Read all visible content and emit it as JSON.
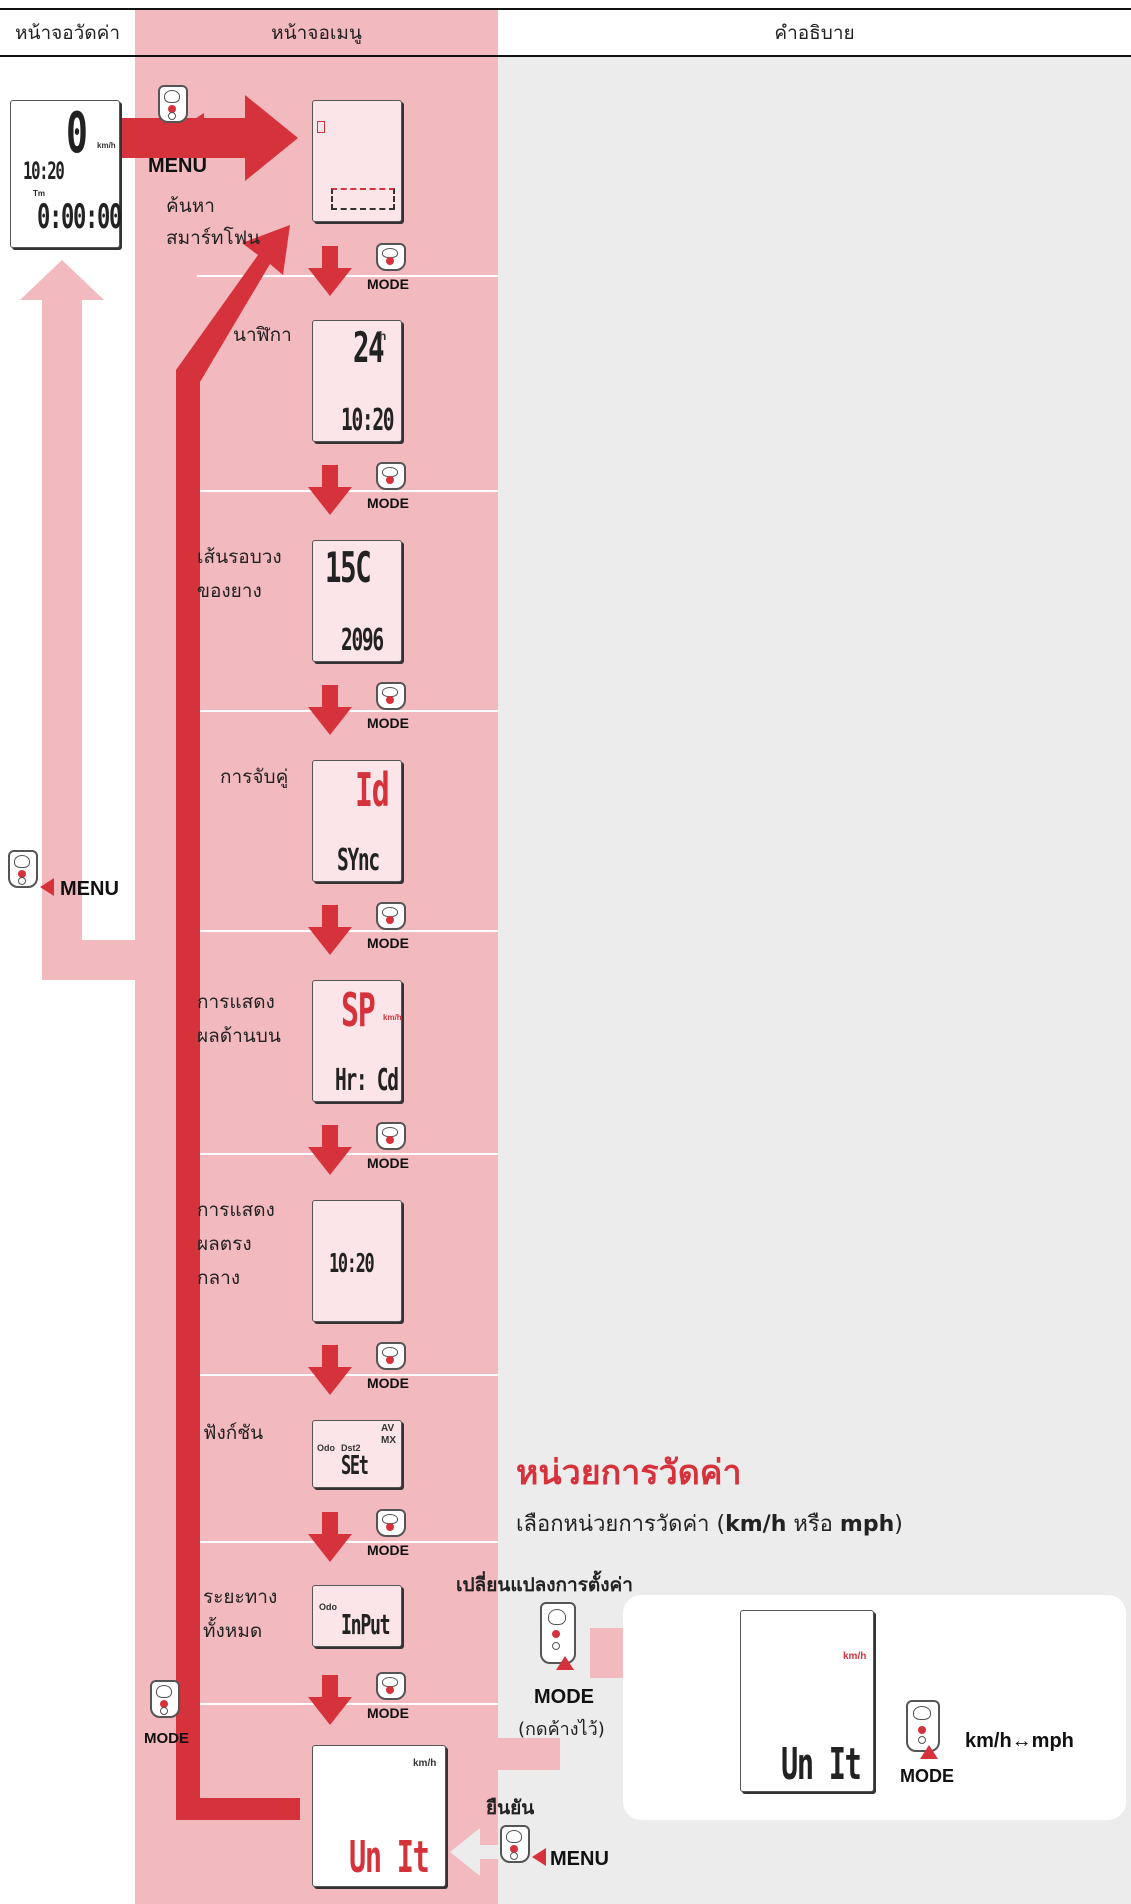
{
  "headers": {
    "measure": "หน้าจอวัดค่า",
    "menu": "หน้าจอเมนู",
    "description": "คำอธิบาย"
  },
  "measure_screen": {
    "speed": "0",
    "speed_unit": "km/h",
    "clock": "10:20",
    "tm_label": "Tm",
    "time": "0:00:00"
  },
  "buttons": {
    "menu": "MENU",
    "mode": "MODE"
  },
  "menu_items": [
    {
      "label": "ค้นหา\nสมาร์ทโฟน"
    },
    {
      "label": "นาฬิกา",
      "top": "24",
      "top_suffix": "h",
      "bottom": "10:20"
    },
    {
      "label": "เส้นรอบวง\nของยาง",
      "top": "15C",
      "bottom": "2096"
    },
    {
      "label": "การจับคู่",
      "top": "Id",
      "bottom": "SYnc"
    },
    {
      "label": "การแสดง\nผลด้านบน",
      "top": "SP",
      "top_unit": "km/h",
      "bottom": "Hr: Cd"
    },
    {
      "label": "การแสดง\nผลตรง\nกลาง",
      "bottom": "10:20"
    },
    {
      "label": "ฟังก์ชัน",
      "sub1": "Odo",
      "sub2": "Dst2",
      "sub3": "AV\nMX",
      "bottom": "SEt"
    },
    {
      "label": "ระยะทาง\nทั้งหมด",
      "sub1": "Odo",
      "bottom": "InPut"
    }
  ],
  "unit_screen": {
    "unit": "km/h",
    "text": "Un It"
  },
  "description": {
    "title": "หน่วยการวัดค่า",
    "body_pre": "เลือกหน่วยการวัดค่า (",
    "body_kmh": "km/h",
    "body_mid": " หรือ ",
    "body_mph": "mph",
    "body_post": ")",
    "change_setting": "เปลี่ยนแปลงการตั้งค่า",
    "hold": "(กดค้างไว้)",
    "toggle": "km/h↔mph",
    "confirm": "ยืนยัน"
  },
  "colors": {
    "accent": "#d6323c",
    "pink": "#f2b9bf",
    "gray": "#ececec"
  }
}
